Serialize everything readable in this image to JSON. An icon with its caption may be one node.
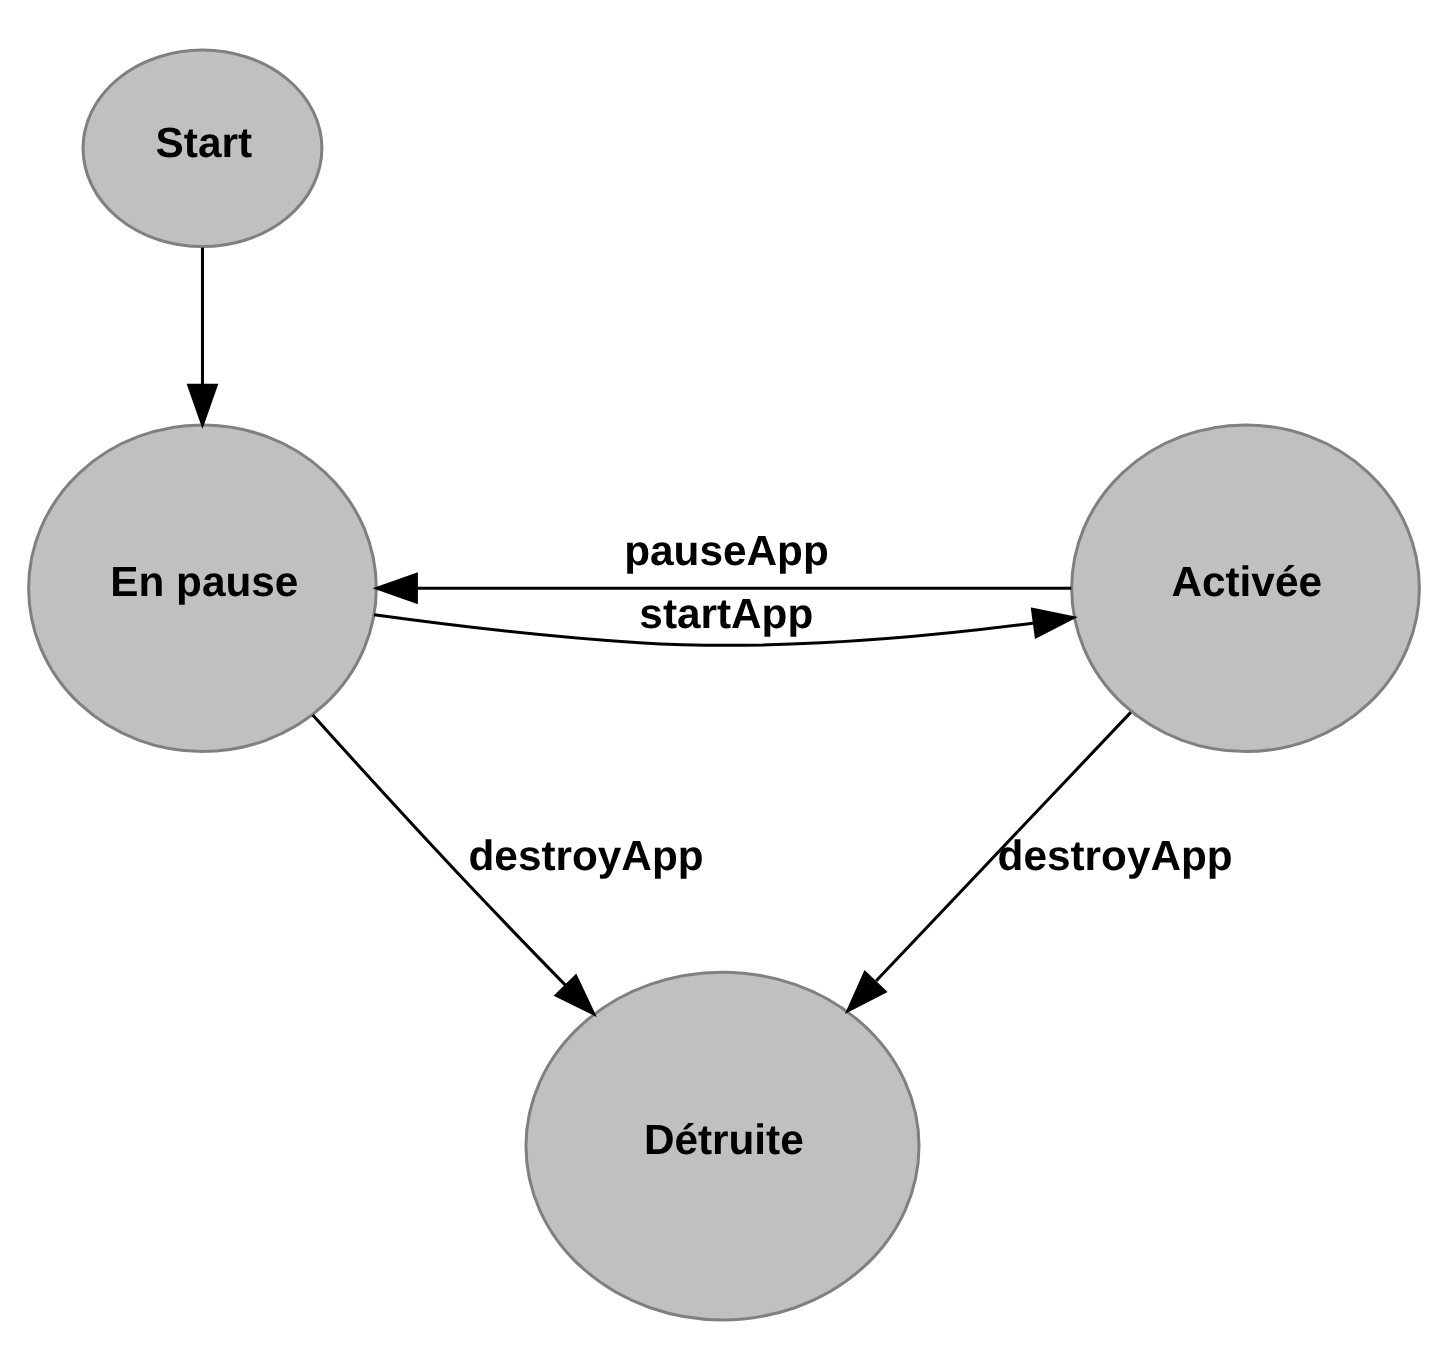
{
  "diagram": {
    "nodes": [
      {
        "text": [
          "Start"
        ]
      },
      {
        "text": [
          "En pause"
        ]
      },
      {
        "text": [
          "Activée"
        ]
      },
      {
        "text": [
          "Détruite"
        ]
      }
    ],
    "edges": [
      {
        "from": 0,
        "to": 1,
        "arrow": "to"
      },
      {
        "from": 1,
        "to": 2,
        "arrow": "to",
        "label": "startApp"
      },
      {
        "from": 2,
        "to": 1,
        "arrow": "to",
        "label": "pauseApp"
      },
      {
        "from": 1,
        "to": 3,
        "arrow": "to",
        "label": "destroyApp"
      },
      {
        "from": 2,
        "to": 3,
        "arrow": "to",
        "label": "destroyApp"
      }
    ]
  }
}
